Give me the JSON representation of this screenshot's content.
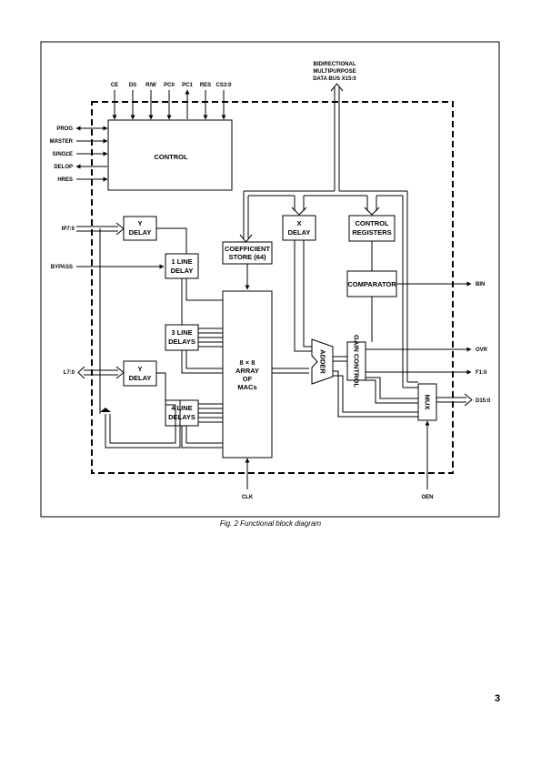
{
  "diagram": {
    "control_pins": [
      "CE",
      "DS",
      "R/W",
      "PC0",
      "PC1",
      "RES",
      "CS3:0"
    ],
    "bus_label": [
      "BIDIRECTIONAL",
      "MULTIPURPOSE",
      "DATA BUS X15:0"
    ],
    "left_inputs": [
      "PROG",
      "MASTER",
      "SINGLE",
      "DELOP",
      "HRES"
    ],
    "blocks": {
      "control": "CONTROL",
      "y_delay_top": [
        "Y",
        "DELAY"
      ],
      "one_line_delay": [
        "1 LINE",
        "DELAY"
      ],
      "x_delay": [
        "X",
        "DELAY"
      ],
      "control_registers": [
        "CONTROL",
        "REGISTERS"
      ],
      "coefficient_store": [
        "COEFFICIENT",
        "STORE (64)"
      ],
      "comparator": "COMPARATOR",
      "three_line_delays": [
        "3 LINE",
        "DELAYS"
      ],
      "array_macs": [
        "8 × 8",
        "ARRAY",
        "OF",
        "MACs"
      ],
      "adder": "ADDER",
      "gain_control": "GAIN CONTROL",
      "y_delay_bottom": [
        "Y",
        "DELAY"
      ],
      "four_line_delays": [
        "4 LINE",
        "DELAYS"
      ],
      "mux": "MUX"
    },
    "signals": {
      "ip": "IP7:0",
      "bypass": "BYPASS",
      "l7": "L7:0",
      "bin": "BIN",
      "ovr": "OVR",
      "f": "F1:0",
      "d15": "D15:0",
      "clk": "CLK",
      "oen": "OEN"
    }
  },
  "caption": "Fig. 2  Functional block diagram",
  "page_number": "3"
}
